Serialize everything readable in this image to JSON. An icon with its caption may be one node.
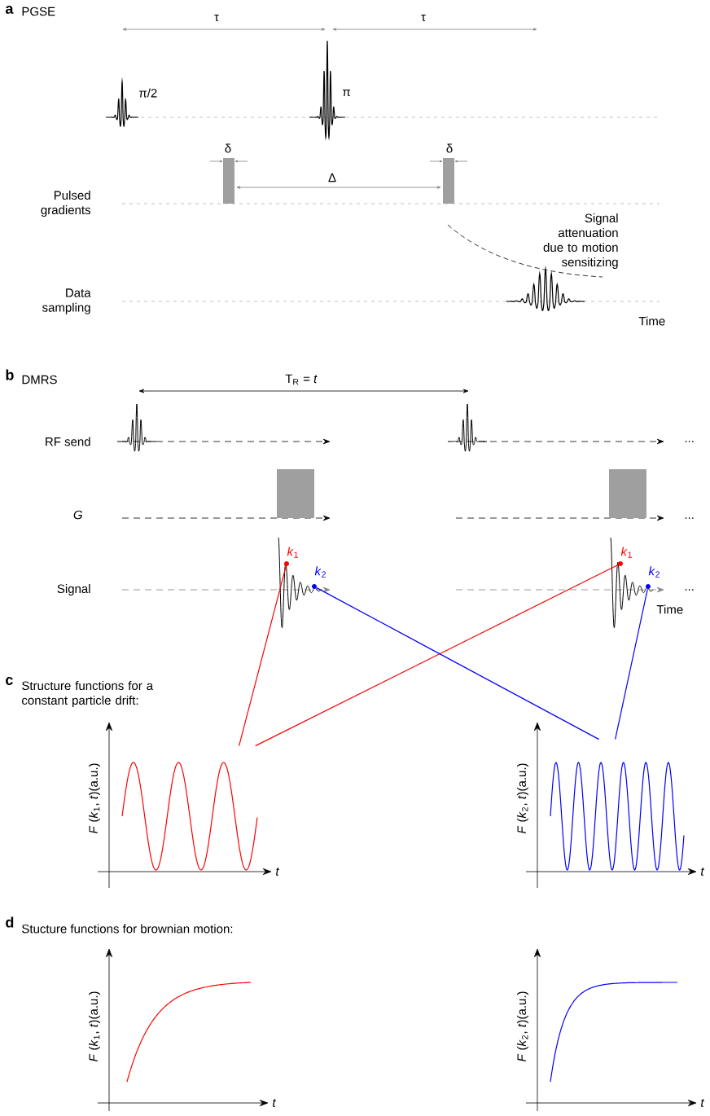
{
  "diagram": {
    "nodes": [
      {
        "text": [
          "*k*$_{1}$"
        ]
      },
      {
        "text": [
          "*k*$_{2}$"
        ]
      },
      {
        "text": [
          "*k*$_{1}$"
        ]
      },
      {
        "text": [
          "*k*$_{2}$"
        ]
      },
      {
        "text": [
          "*F* (*k*$_{1}$, *t*)(a.u.)",
          "t"
        ]
      },
      {
        "text": [
          "*F* (*k*$_{2}$, *t*)(a.u.)",
          "t"
        ]
      }
    ],
    "edges": [
      {
        "from": 0,
        "to": 4,
        "arrow": "none",
        "color": "#ff0000"
      },
      {
        "from": 2,
        "to": 4,
        "arrow": "none",
        "color": "#ff0000"
      },
      {
        "from": 1,
        "to": 5,
        "arrow": "none",
        "color": "#0000ff"
      },
      {
        "from": 3,
        "to": 5,
        "arrow": "none",
        "color": "#0000ff"
      }
    ],
    "labels": [
      "a",
      "PGSE",
      "τ",
      "τ",
      "π/2",
      "π",
      "δ",
      "δ",
      "Δ",
      "Pulsed gradients",
      "Signal attenuation due to motion sensitizing",
      "Data sampling",
      "Time",
      "b",
      "DMRS",
      "T$_{R}$ = *t*",
      "RF send",
      "...",
      "G",
      "...",
      "Signal",
      "...",
      "Time",
      "c",
      "Structure functions for a constant particle drift:",
      "d",
      "Stucture functions for brownian motion:",
      "*F* (*k*$_{1}$, *t*)(a.u.)",
      "t",
      "*F* (*k*$_{2}$, *t*)(a.u.)",
      "t"
    ]
  }
}
